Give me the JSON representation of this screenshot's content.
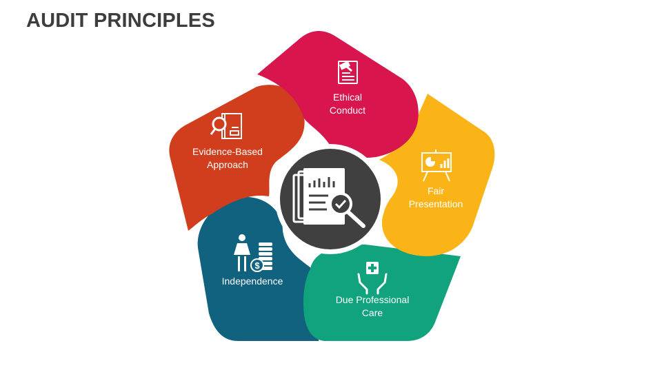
{
  "title": "AUDIT PRINCIPLES",
  "colors": {
    "ethical": "#d8164d",
    "fair": "#fbb417",
    "due": "#11a37d",
    "independence": "#10627f",
    "evidence": "#d03e1d",
    "center": "#404040",
    "text": "#3d3d3d"
  },
  "principles": [
    {
      "name": "ethical-conduct",
      "icon": "gavel-document-icon",
      "lines": [
        "Ethical",
        "Conduct"
      ]
    },
    {
      "name": "fair-presentation",
      "icon": "presentation-board-icon",
      "lines": [
        "Fair",
        "Presentation"
      ]
    },
    {
      "name": "due-professional-care",
      "icon": "hands-medical-cross-icon",
      "lines": [
        "Due Professional",
        "Care"
      ]
    },
    {
      "name": "independence",
      "icon": "person-coins-icon",
      "lines": [
        "Independence"
      ]
    },
    {
      "name": "evidence-based-approach",
      "icon": "magnifier-document-icon",
      "lines": [
        "Evidence-Based",
        "Approach"
      ]
    }
  ],
  "center_icon": "audit-report-magnifier-icon"
}
